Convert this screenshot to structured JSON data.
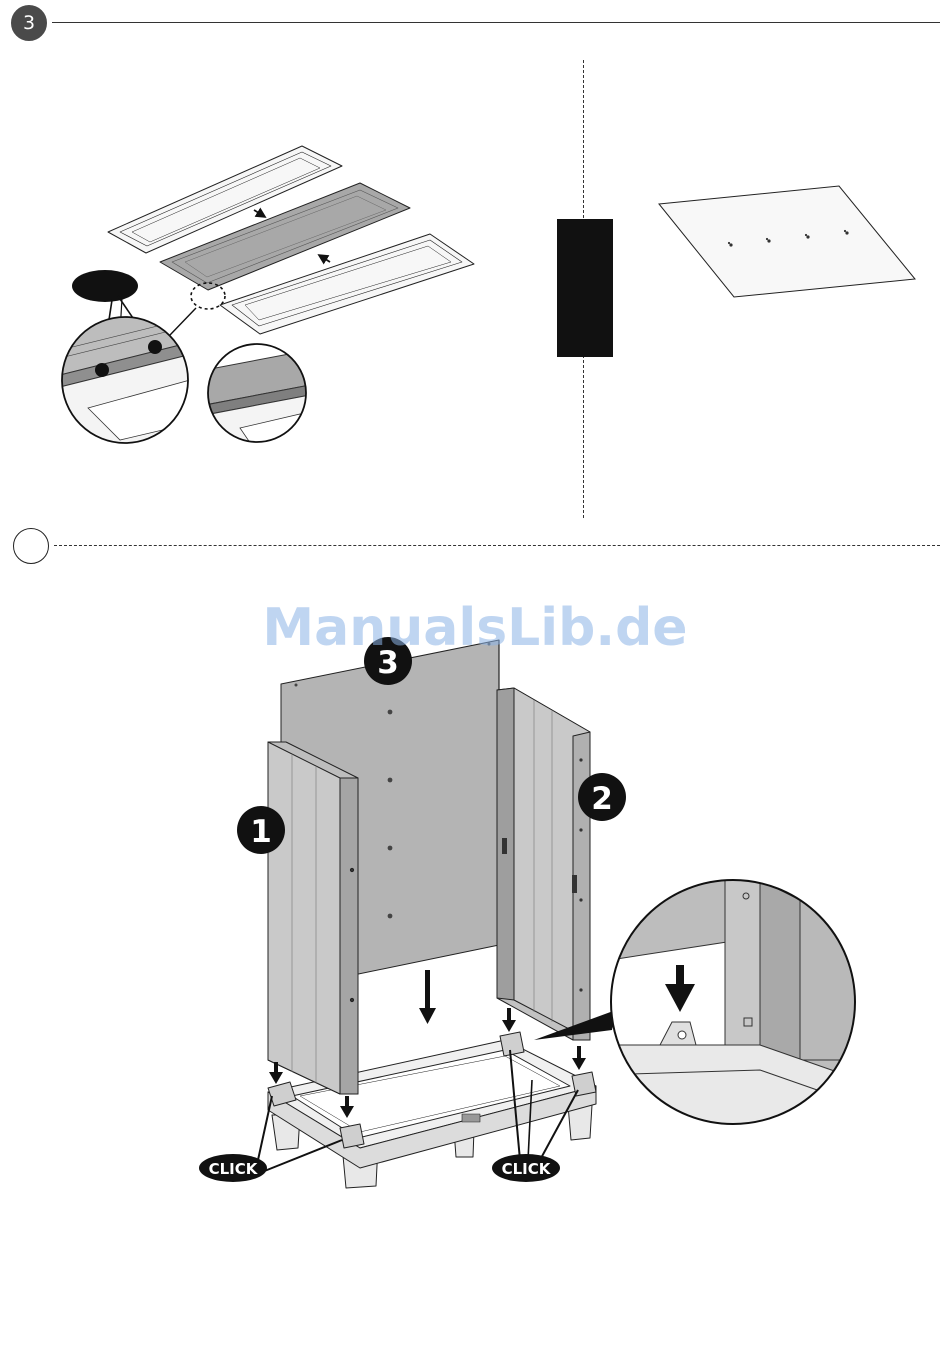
{
  "steps": {
    "current": "3",
    "next": ""
  },
  "labels": {
    "part_1": "1",
    "part_2": "2",
    "part_3": "3",
    "click_left": "CLICK",
    "click_right": "CLICK"
  },
  "watermark": "ManualsLib.de",
  "colors": {
    "ink": "#1a1a1a",
    "panel_gray": "#a9a9a9",
    "panel_light": "#f4f4f4",
    "badge_fill": "#111111",
    "watermark": "#8bb3e6"
  }
}
